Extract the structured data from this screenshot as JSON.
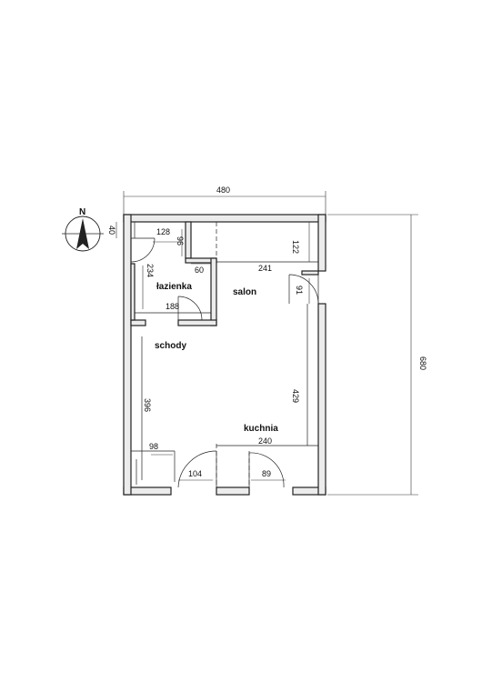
{
  "compass": {
    "north_letter": "N"
  },
  "rooms": {
    "bathroom": "łazienka",
    "living": "salon",
    "stairs": "schody",
    "kitchen": "kuchnia"
  },
  "dimensions": {
    "total_width": "480",
    "total_height": "680",
    "top_left_small": "40",
    "bath_top": "128",
    "bath_inner_v": "96",
    "bath_step": "60",
    "bath_side": "234",
    "bath_bottom": "188",
    "salon_width": "241",
    "salon_wall": "122",
    "salon_door": "91",
    "right_side": "429",
    "left_side": "396",
    "bottom_left": "98",
    "kitchen_width": "240",
    "door_left": "104",
    "door_right": "89"
  }
}
